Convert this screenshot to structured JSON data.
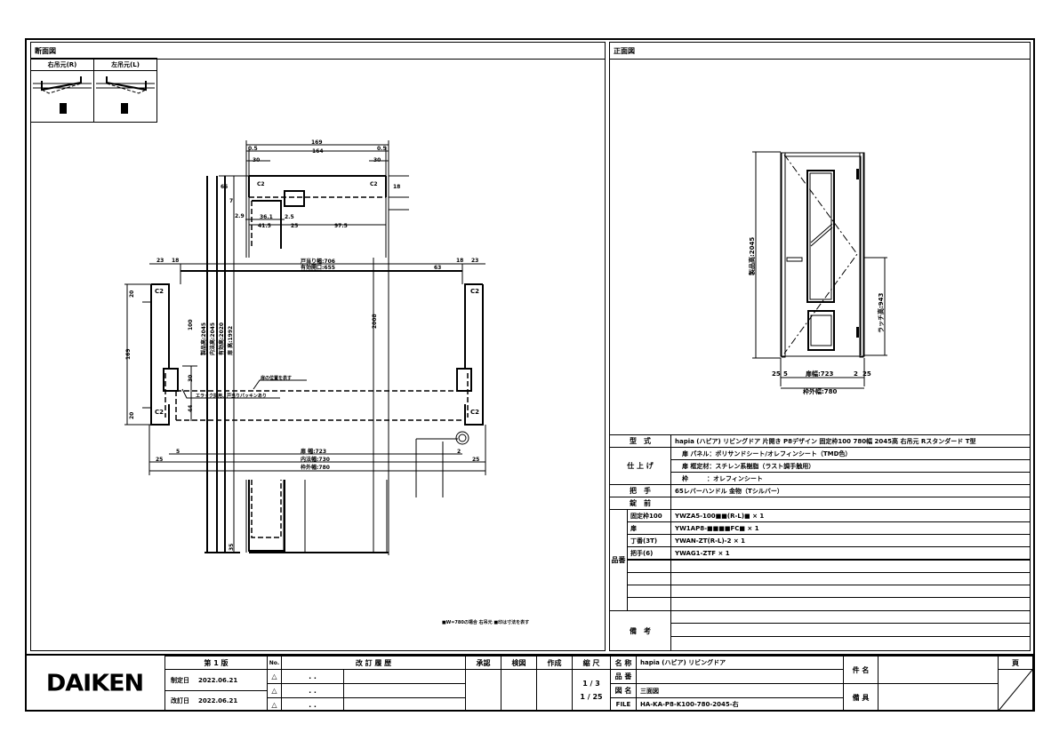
{
  "section_panel": {
    "title": "断面図",
    "hinge_types": [
      {
        "label": "右吊元(R)",
        "mark": "R"
      },
      {
        "label": "左吊元(L)",
        "mark": "L"
      }
    ],
    "dims_top": [
      "169",
      "0.5",
      "164",
      "0.5",
      "30",
      "30",
      "65",
      "18",
      "7",
      "2.9",
      "36.1",
      "2.5",
      "41.5",
      "25",
      "97.5",
      "C2",
      "C2"
    ],
    "dims_plan": [
      "戸当り幅:706",
      "有効開口:655",
      "63",
      "23",
      "18",
      "18",
      "23",
      "C2",
      "C2",
      "C2",
      "C2",
      "169",
      "20",
      "100",
      "20",
      "30",
      "44",
      "扉 幅:723",
      "内法幅:730",
      "枠外幅:780",
      "25",
      "5",
      "2",
      "25",
      "35",
      "2008"
    ],
    "dims_vertical": [
      "製品高:2045",
      "内法高:2045",
      "有効高:2020",
      "扉 高:1992"
    ],
    "notes": [
      "扉の位置を表す",
      "エラック採用、戸当りパッキンあり"
    ],
    "footnote": "■W=780の場合 右吊元 ■印は寸法を表す"
  },
  "front_panel": {
    "title": "正面図",
    "dims": [
      "製品高:2045",
      "ラッチ高:943",
      "25",
      "5",
      "扉幅:723",
      "2",
      "25",
      "枠外幅:780"
    ]
  },
  "spec_table": {
    "model_label": "型　式",
    "model_value": "hapia (ハピア) リビングドア 片開き P8デザイン 固定枠100 780幅 2045高 右吊元 Rスタンダード T型",
    "finish_label": "仕 上 げ",
    "finish_rows": [
      "扉 パネル：ポリサンドシート/オレフィンシート（TMD色）",
      "扉 框定材：スチレン系樹脂（ラスト調手触用）",
      "枠　　　：オレフィンシート"
    ],
    "handle_label": "把　手",
    "handle_value": "65レバーハンドル 金物（Tシルバー）",
    "lock_label": "錠　前",
    "lock_value": "",
    "parts_label": "品番",
    "parts": [
      {
        "name": "固定枠100",
        "code": "YWZA5-100■■(R-L)■ × 1"
      },
      {
        "name": "扉",
        "code": "YW1AP8-■■■■FC■ × 1"
      },
      {
        "name": "丁番(3T)",
        "code": "YWAN-ZT(R-L)-2 × 1"
      },
      {
        "name": "把手(6)",
        "code": "YWAG1-ZTF × 1"
      },
      {
        "name": "",
        "code": ""
      },
      {
        "name": "",
        "code": ""
      },
      {
        "name": "",
        "code": ""
      },
      {
        "name": "",
        "code": ""
      }
    ],
    "remarks_label": "備　考"
  },
  "title_block": {
    "logo": "DAIKEN",
    "edition": "第 1 版",
    "established_label": "制定日",
    "established_date": "2022.06.21",
    "revised_label": "改訂日",
    "revised_date": "2022.06.21",
    "no_label": "No.",
    "revision_history_label": "改 訂 履 歴",
    "revision_rows": [
      ". .",
      ". .",
      ". ."
    ],
    "approved_label": "承認",
    "checked_label": "検図",
    "drawn_label": "作成",
    "scale_label": "縮 尺",
    "scales": [
      "1 / 3",
      "1 / 25"
    ],
    "name_label": "名 称",
    "name_value": "hapia (ハピア) リビングドア",
    "product_no_label": "品 番",
    "product_no_value": "",
    "drawing_name_label": "図 名",
    "drawing_name_value": "三面図",
    "file_label": "FILE",
    "file_value": "HA-KA-P8-K100-780-2045-右",
    "subject_label": "件 名",
    "remarks_label": "備 具",
    "page_label": "頁"
  }
}
